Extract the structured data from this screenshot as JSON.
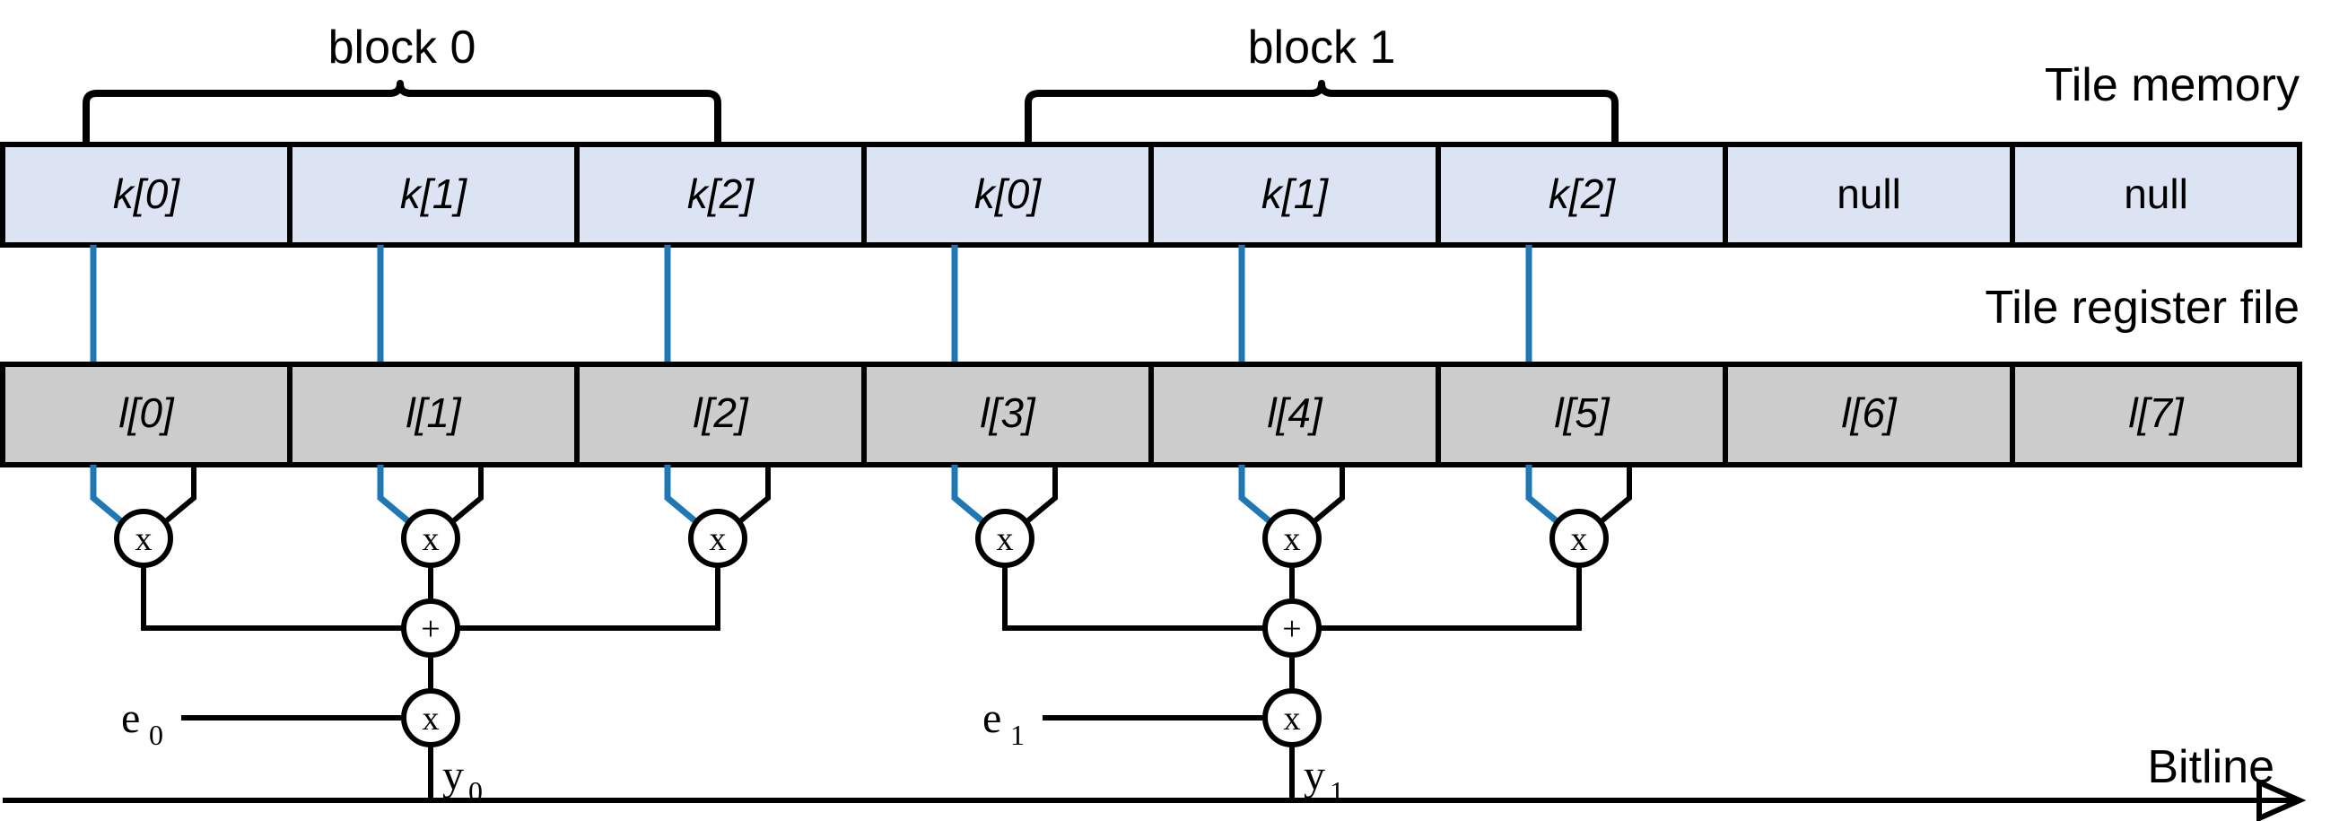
{
  "figure": {
    "title": "Tile memory / tile register file bitline mapping",
    "colors": {
      "memory_fill": "#dce3f2",
      "register_fill": "#cccccc",
      "wire_black": "#000000",
      "wire_blue": "#1f77b4",
      "background": "#ffffff"
    }
  },
  "labels": {
    "tile_memory": "Tile memory",
    "tile_register_file": "Tile register file",
    "bitline": "Bitline"
  },
  "braces": [
    {
      "label": "block 0",
      "from_cell": 0,
      "to_cell": 2
    },
    {
      "label": "block 1",
      "from_cell": 3,
      "to_cell": 5
    }
  ],
  "memory_row": {
    "name": "tile-memory-row",
    "cells": [
      {
        "text": "k[0]",
        "var": "k",
        "index": "[0]",
        "italic": true,
        "null": false
      },
      {
        "text": "k[1]",
        "var": "k",
        "index": "[1]",
        "italic": true,
        "null": false
      },
      {
        "text": "k[2]",
        "var": "k",
        "index": "[2]",
        "italic": true,
        "null": false
      },
      {
        "text": "k[0]",
        "var": "k",
        "index": "[0]",
        "italic": true,
        "null": false
      },
      {
        "text": "k[1]",
        "var": "k",
        "index": "[1]",
        "italic": true,
        "null": false
      },
      {
        "text": "k[2]",
        "var": "k",
        "index": "[2]",
        "italic": true,
        "null": false
      },
      {
        "text": "null",
        "var": "null",
        "index": "",
        "italic": false,
        "null": true
      },
      {
        "text": "null",
        "var": "null",
        "index": "",
        "italic": false,
        "null": true
      }
    ]
  },
  "register_row": {
    "name": "tile-register-file-row",
    "cells": [
      {
        "text": "l[0]",
        "var": "l",
        "index": "[0]",
        "italic": true
      },
      {
        "text": "l[1]",
        "var": "l",
        "index": "[1]",
        "italic": true
      },
      {
        "text": "l[2]",
        "var": "l",
        "index": "[2]",
        "italic": true
      },
      {
        "text": "l[3]",
        "var": "l",
        "index": "[3]",
        "italic": true
      },
      {
        "text": "l[4]",
        "var": "l",
        "index": "[4]",
        "italic": true
      },
      {
        "text": "l[5]",
        "var": "l",
        "index": "[5]",
        "italic": true
      },
      {
        "text": "l[6]",
        "var": "l",
        "index": "[6]",
        "italic": true
      },
      {
        "text": "l[7]",
        "var": "l",
        "index": "[7]",
        "italic": true
      }
    ]
  },
  "multipliers": {
    "symbol": "x",
    "count": 6,
    "attached_to_registers": [
      0,
      1,
      2,
      3,
      4,
      5
    ]
  },
  "adders": {
    "symbol": "+",
    "count": 2,
    "under_registers": [
      1,
      4
    ]
  },
  "output_multipliers": {
    "symbol": "x",
    "count": 2,
    "inputs": [
      "e0",
      "e1"
    ],
    "outputs": [
      "y0",
      "y1"
    ]
  },
  "scale_inputs": [
    {
      "base": "e",
      "sub": "0"
    },
    {
      "base": "e",
      "sub": "1"
    }
  ],
  "outputs": [
    {
      "base": "y",
      "sub": "0"
    },
    {
      "base": "y",
      "sub": "1"
    }
  ]
}
